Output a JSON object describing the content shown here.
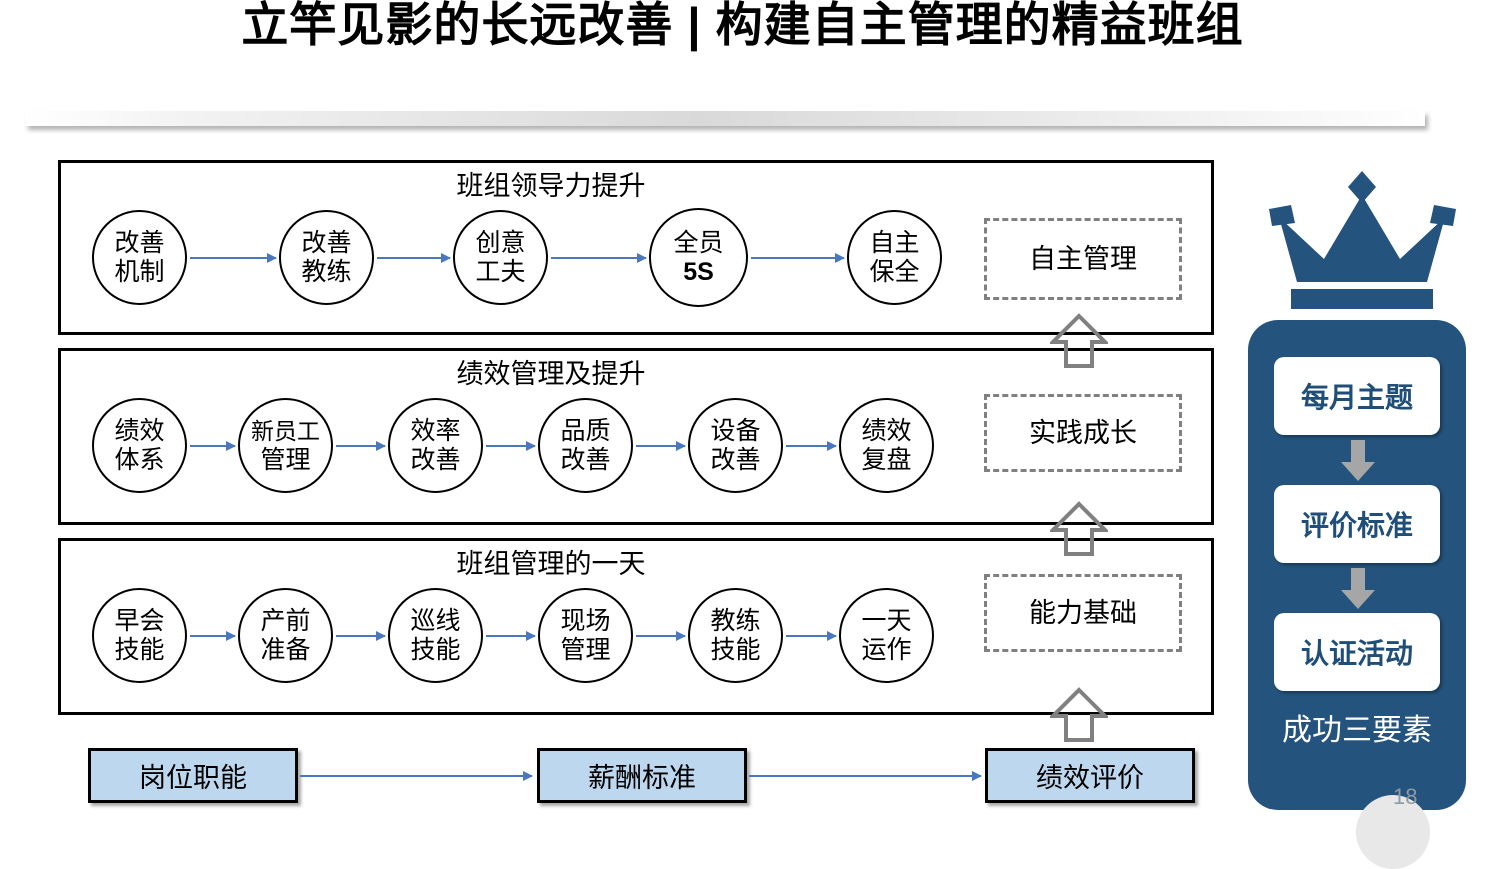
{
  "slide": {
    "title": "立竿见影的长远改善 | 构建自主管理的精益班组",
    "page_number": "18"
  },
  "colors": {
    "brand_blue": "#24537E",
    "arrow_blue": "#4A77BE",
    "box_fill": "#BDD7EE",
    "dashed_gray": "#808080",
    "card_text": "#1F4E79"
  },
  "rows": [
    {
      "title": "班组领导力提升",
      "nodes": [
        {
          "line1": "改善",
          "line2": "机制"
        },
        {
          "line1": "改善",
          "line2": "教练"
        },
        {
          "line1": "创意",
          "line2": "工夫"
        },
        {
          "line1": "全员",
          "line2": "5S",
          "line2_bold": true
        },
        {
          "line1": "自主",
          "line2": "保全"
        }
      ],
      "result": "自主管理"
    },
    {
      "title": "绩效管理及提升",
      "nodes": [
        {
          "line1": "绩效",
          "line2": "体系"
        },
        {
          "line1": "新员工",
          "line2": "管理"
        },
        {
          "line1": "效率",
          "line2": "改善"
        },
        {
          "line1": "品质",
          "line2": "改善"
        },
        {
          "line1": "设备",
          "line2": "改善"
        },
        {
          "line1": "绩效",
          "line2": "复盘"
        }
      ],
      "result": "实践成长"
    },
    {
      "title": "班组管理的一天",
      "nodes": [
        {
          "line1": "早会",
          "line2": "技能"
        },
        {
          "line1": "产前",
          "line2": "准备"
        },
        {
          "line1": "巡线",
          "line2": "技能"
        },
        {
          "line1": "现场",
          "line2": "管理"
        },
        {
          "line1": "教练",
          "line2": "技能"
        },
        {
          "line1": "一天",
          "line2": "运作"
        }
      ],
      "result": "能力基础"
    }
  ],
  "bottom_flow": [
    "岗位职能",
    "薪酬标准",
    "绩效评价"
  ],
  "side_panel": {
    "icon": "crown-icon",
    "cards": [
      "每月主题",
      "评价标准",
      "认证活动"
    ],
    "footer": "成功三要素"
  }
}
